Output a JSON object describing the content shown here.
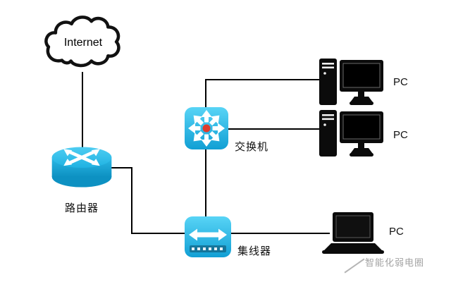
{
  "diagram": {
    "nodes": {
      "internet": {
        "label": "Internet"
      },
      "router": {
        "label": "路由器"
      },
      "switch": {
        "label": "交换机"
      },
      "hub": {
        "label": "集线器"
      },
      "pc_top": {
        "label": "PC"
      },
      "pc_middle": {
        "label": "PC"
      },
      "pc_laptop": {
        "label": "PC"
      }
    },
    "watermark": "智能化弱电圈",
    "colors": {
      "device_cyan_light": "#58d4f6",
      "device_cyan_dark": "#119fd4",
      "router_side": "#0d91c2",
      "switch_center_red": "#e03b2c",
      "line_black": "#000000",
      "watermark_gray": "#a3a3a3"
    }
  }
}
